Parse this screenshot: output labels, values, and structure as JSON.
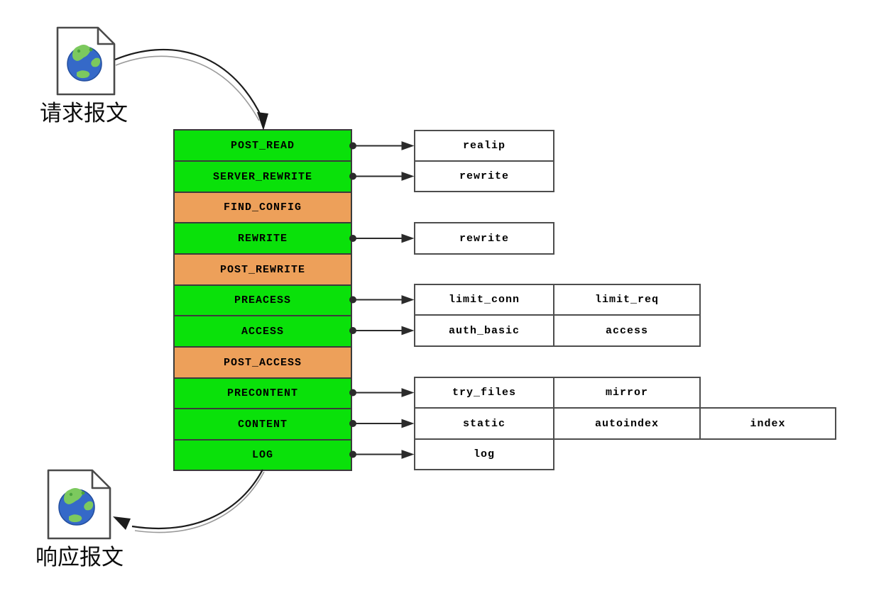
{
  "labels": {
    "request": "请求报文",
    "response": "响应报文"
  },
  "colors": {
    "phase_green": "#0ae10a",
    "phase_orange": "#eda05a",
    "box_border": "#4d4d4d",
    "arrow": "#2b2b2b",
    "globe_sea": "#3569c8",
    "globe_land": "#7cc95e"
  },
  "icons": {
    "request_doc": "document-with-globe",
    "response_doc": "document-with-globe"
  },
  "phases": [
    {
      "name": "POST_READ",
      "type": "green",
      "modules": [
        "realip"
      ]
    },
    {
      "name": "SERVER_REWRITE",
      "type": "green",
      "modules": [
        "rewrite"
      ]
    },
    {
      "name": "FIND_CONFIG",
      "type": "orange",
      "modules": []
    },
    {
      "name": "REWRITE",
      "type": "green",
      "modules": [
        "rewrite"
      ]
    },
    {
      "name": "POST_REWRITE",
      "type": "orange",
      "modules": []
    },
    {
      "name": "PREACESS",
      "type": "green",
      "modules": [
        "limit_conn",
        "limit_req"
      ]
    },
    {
      "name": "ACCESS",
      "type": "green",
      "modules": [
        "auth_basic",
        "access"
      ]
    },
    {
      "name": "POST_ACCESS",
      "type": "orange",
      "modules": []
    },
    {
      "name": "PRECONTENT",
      "type": "green",
      "modules": [
        "try_files",
        "mirror"
      ]
    },
    {
      "name": "CONTENT",
      "type": "green",
      "modules": [
        "static",
        "autoindex",
        "index"
      ]
    },
    {
      "name": "LOG",
      "type": "green",
      "modules": [
        "log"
      ]
    }
  ]
}
